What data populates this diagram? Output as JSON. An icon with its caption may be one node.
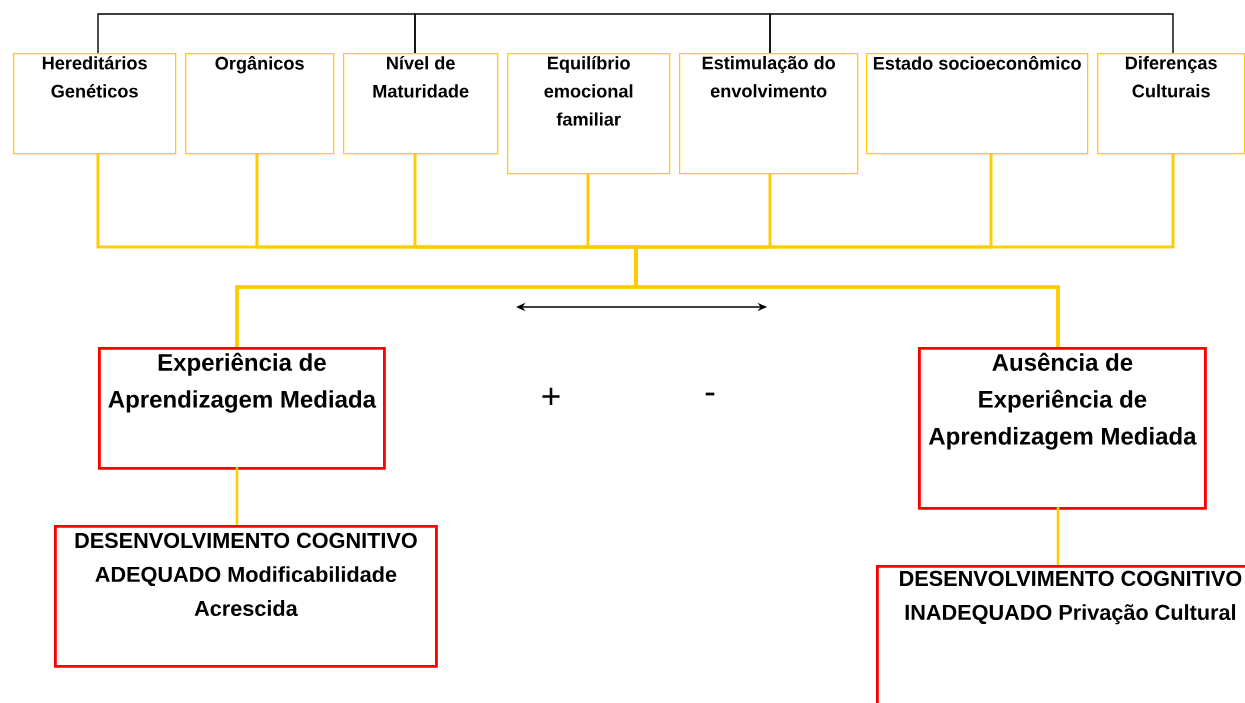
{
  "diagram": {
    "nodes": [
      {
        "text": [
          "Hereditários Genéticos"
        ]
      },
      {
        "text": [
          "Orgânicos"
        ]
      },
      {
        "text": [
          "Nível de Maturidade"
        ]
      },
      {
        "text": [
          "Equilíbrio emocional familiar"
        ]
      },
      {
        "text": [
          "Estimulação do envolvimento"
        ]
      },
      {
        "text": [
          "Estado socioeconômico"
        ]
      },
      {
        "text": [
          "Diferenças Culturais"
        ]
      },
      {
        "text": [
          "Experiência de Aprendizagem Mediada"
        ]
      },
      {
        "text": [
          "Ausência de Experiência de Aprendizagem Mediada"
        ]
      },
      {
        "text": [
          "DESENVOLVIMENTO COGNITIVO ADEQUADO Modificabilidade Acrescida"
        ]
      },
      {
        "text": [
          "DESENVOLVIMENTO COGNITIVO INADEQUADO Privação Cultural"
        ]
      }
    ],
    "edges": [
      {
        "from": 0,
        "to": 7,
        "arrow": "none"
      },
      {
        "from": 0,
        "to": 8,
        "arrow": "none"
      },
      {
        "from": 1,
        "to": 7,
        "arrow": "none"
      },
      {
        "from": 1,
        "to": 8,
        "arrow": "none"
      },
      {
        "from": 2,
        "to": 7,
        "arrow": "none"
      },
      {
        "from": 2,
        "to": 8,
        "arrow": "none"
      },
      {
        "from": 3,
        "to": 7,
        "arrow": "none"
      },
      {
        "from": 3,
        "to": 8,
        "arrow": "none"
      },
      {
        "from": 4,
        "to": 7,
        "arrow": "none"
      },
      {
        "from": 4,
        "to": 8,
        "arrow": "none"
      },
      {
        "from": 5,
        "to": 7,
        "arrow": "none"
      },
      {
        "from": 5,
        "to": 8,
        "arrow": "none"
      },
      {
        "from": 6,
        "to": 7,
        "arrow": "none"
      },
      {
        "from": 6,
        "to": 8,
        "arrow": "none"
      },
      {
        "from": 7,
        "to": 9,
        "arrow": "none"
      },
      {
        "from": 8,
        "to": 10,
        "arrow": "none"
      },
      {
        "from": 0,
        "to": 2,
        "arrow": "none",
        "color": "#000000"
      },
      {
        "from": 2,
        "to": 4,
        "arrow": "none",
        "color": "#000000"
      },
      {
        "from": 4,
        "to": 6,
        "arrow": "none",
        "color": "#000000"
      }
    ],
    "labels": [
      "+",
      "-"
    ]
  }
}
